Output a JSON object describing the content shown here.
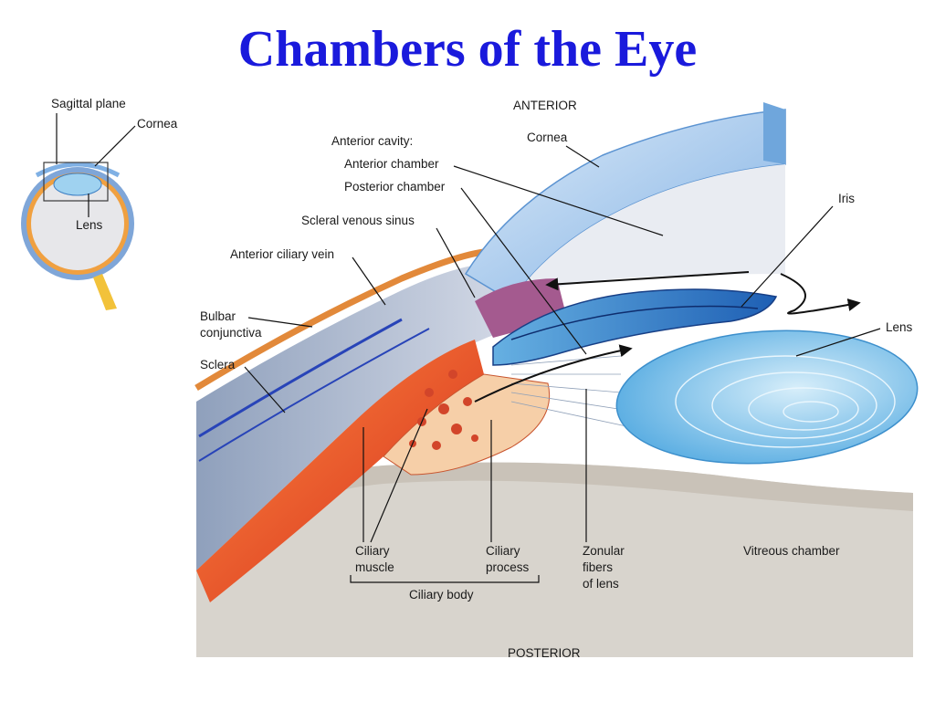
{
  "title": "Chambers of the Eye",
  "inset": {
    "sagittal_plane": "Sagittal plane",
    "cornea": "Cornea",
    "lens": "Lens"
  },
  "labels": {
    "anterior": "ANTERIOR",
    "posterior": "POSTERIOR",
    "cornea": "Cornea",
    "anterior_cavity": "Anterior cavity:",
    "anterior_chamber": "Anterior chamber",
    "posterior_chamber": "Posterior chamber",
    "scleral_venous_sinus": "Scleral venous sinus",
    "anterior_ciliary_vein": "Anterior ciliary vein",
    "bulbar_conjunctiva_1": "Bulbar",
    "bulbar_conjunctiva_2": "conjunctiva",
    "sclera": "Sclera",
    "iris": "Iris",
    "lens": "Lens",
    "ciliary_muscle_1": "Ciliary",
    "ciliary_muscle_2": "muscle",
    "ciliary_process_1": "Ciliary",
    "ciliary_process_2": "process",
    "zonular_1": "Zonular",
    "zonular_2": "fibers",
    "zonular_3": "of lens",
    "vitreous_chamber": "Vitreous chamber",
    "ciliary_body": "Ciliary body"
  },
  "colors": {
    "title": "#1a1adc",
    "cornea": "#9cc4ec",
    "sclera": "#b9c3d6",
    "iris": "#2f78c8",
    "lens": "#9fd2f0",
    "ciliary_muscle": "#e4482a",
    "vitreous": "#d9d5cf"
  }
}
